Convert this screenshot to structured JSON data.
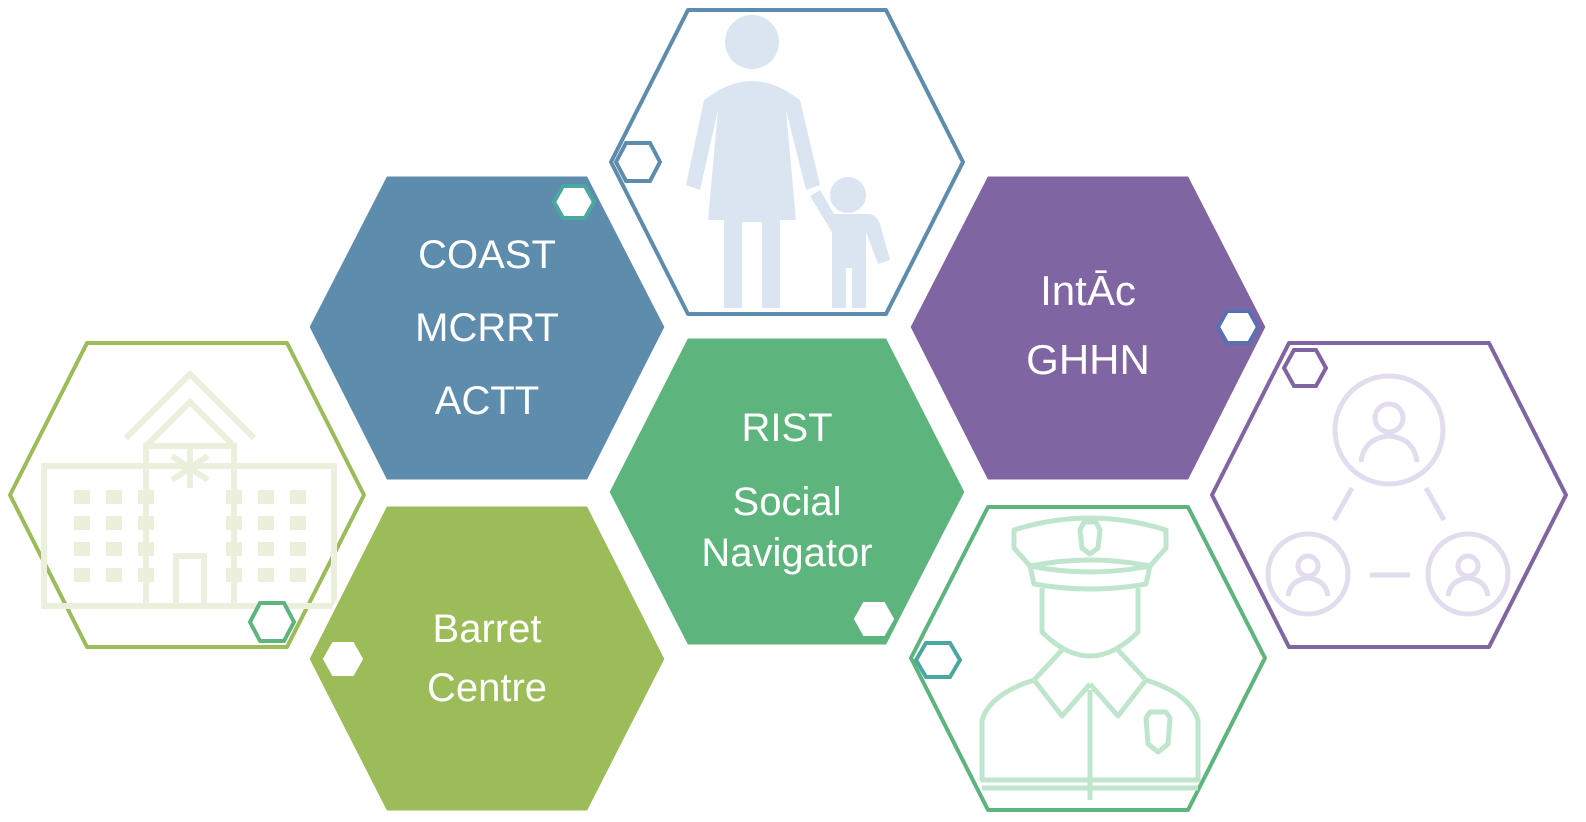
{
  "colors": {
    "blue": "#5e8cad",
    "blue_light": "#dae5f1",
    "green": "#5db47c",
    "green_light": "#bfe6cc",
    "olive": "#9cbb59",
    "olive_light": "#ebf0dd",
    "purple": "#7f65a1",
    "purple_light": "#e3dcee",
    "teal": "#4aa8a0",
    "text": "#ffffff"
  },
  "hexagons": [
    {
      "id": "coast",
      "fill": "blue",
      "lines": [
        "COAST",
        "MCRRT",
        "ACTT"
      ]
    },
    {
      "id": "rist",
      "fill": "green",
      "lines": [
        "RIST",
        "Social",
        "Navigator"
      ]
    },
    {
      "id": "intac",
      "fill": "purple",
      "lines": [
        "IntĀc",
        "GHHN"
      ]
    },
    {
      "id": "barret",
      "fill": "olive",
      "lines": [
        "Barret",
        "Centre"
      ]
    }
  ],
  "icon_hexagons": [
    {
      "id": "family",
      "icon": "mother-child-icon",
      "outline": "blue"
    },
    {
      "id": "hospital",
      "icon": "hospital-icon",
      "outline": "olive"
    },
    {
      "id": "police",
      "icon": "police-officer-icon",
      "outline": "green"
    },
    {
      "id": "network",
      "icon": "people-network-icon",
      "outline": "purple"
    }
  ]
}
